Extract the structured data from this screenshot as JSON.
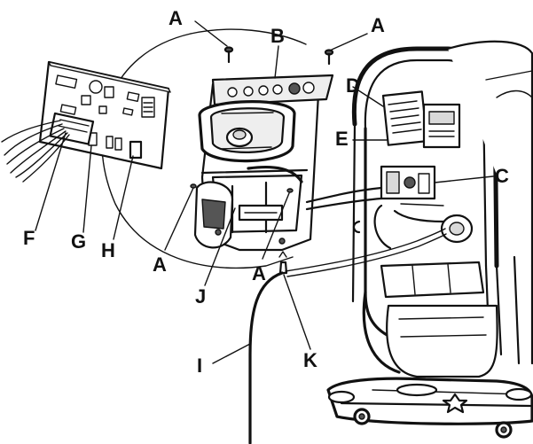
{
  "callouts": {
    "a1": "A",
    "a2": "A",
    "a3": "A",
    "a4": "A",
    "b": "B",
    "c": "C",
    "d": "D",
    "e": "E",
    "f": "F",
    "g": "G",
    "h": "H",
    "i": "I",
    "j": "J",
    "k": "K"
  }
}
